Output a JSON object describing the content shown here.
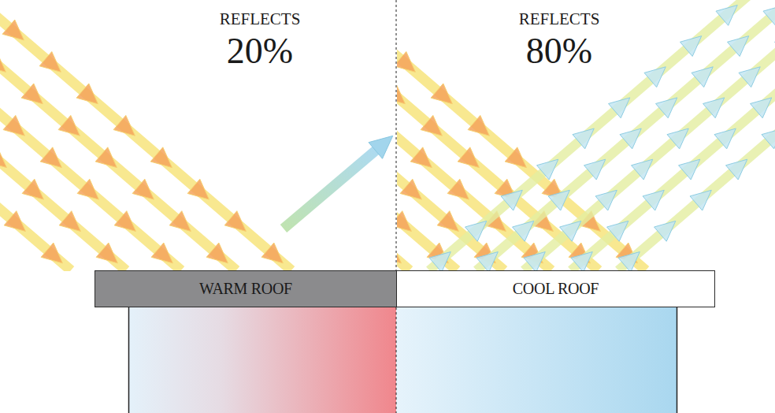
{
  "diagram": {
    "nodes": [
      {
        "text": [
          "WARM ROOF"
        ]
      },
      {
        "text": [
          "COOL ROOF"
        ]
      }
    ],
    "labels": [
      "REFLECTS",
      "20%",
      "REFLECTS",
      "80%"
    ]
  }
}
